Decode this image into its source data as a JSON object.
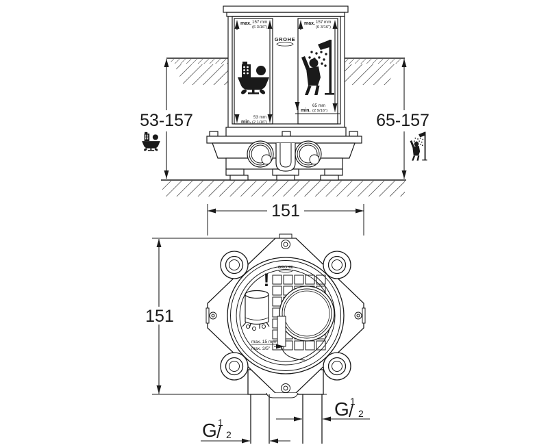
{
  "page": {
    "background": "#ffffff",
    "ink": "#1a1a1a"
  },
  "top_diagram": {
    "brand": "GROHE",
    "left_panel": {
      "max_label": "max.",
      "max_metric": "157 mm",
      "max_imperial": "(6 3/16\")",
      "min_label": "min.",
      "min_metric": "53 mm",
      "min_imperial": "(2 1/16\")",
      "icon": "person-in-bathtub"
    },
    "right_panel": {
      "max_label": "max.",
      "max_metric": "157 mm",
      "max_imperial": "(6 3/16\")",
      "min_label": "min.",
      "min_metric": "65 mm",
      "min_imperial": "(2 9/16\")",
      "icon": "person-showering"
    },
    "left_dimension": {
      "range": "53-157",
      "icon": "bathtub"
    },
    "right_dimension": {
      "range": "65-157",
      "icon": "shower"
    }
  },
  "bottom_diagram": {
    "brand": "GROHE",
    "width_dimension": "151",
    "height_dimension": "151",
    "warning_mark": "!",
    "depth_note": {
      "metric": "max. 15 mm",
      "imperial": "max. 3/5\""
    },
    "left_thread": {
      "letter": "G",
      "numerator": "1",
      "slash": "/",
      "denominator": "2"
    },
    "right_thread": {
      "letter": "G",
      "numerator": "1",
      "slash": "/",
      "denominator": "2"
    }
  }
}
